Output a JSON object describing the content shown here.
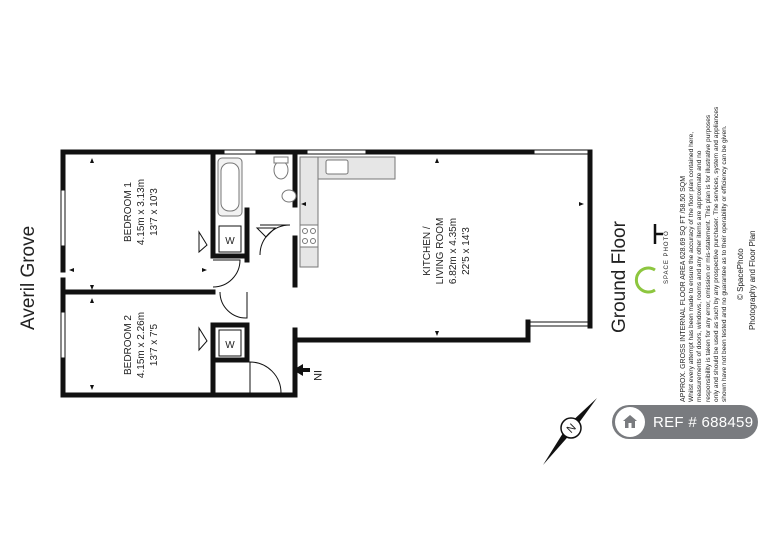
{
  "street": "Averil Grove",
  "floor": "Ground Floor",
  "rooms": {
    "bedroom1": {
      "name": "BEDROOM 1",
      "metric": "4.15m x 3.13m",
      "imperial": "13'7 x 10'3"
    },
    "bedroom2": {
      "name": "BEDROOM 2",
      "metric": "4.15m x 2.26m",
      "imperial": "13'7 x 7'5"
    },
    "kitchen": {
      "name_line1": "KITCHEN /",
      "name_line2": "LIVING ROOM",
      "metric": "6.82m x 4.35m",
      "imperial": "22'5 x 14'3"
    }
  },
  "labels": {
    "wardrobe": "W",
    "entrance": "IN",
    "compass": "N"
  },
  "logo": {
    "letters": "SP",
    "caption": "SPACE PHOTO"
  },
  "credits": {
    "line1": "APPROX. GROSS INTERNAL FLOOR AREA 628.69 SQ FT /58.50 SQM",
    "disclaimer": [
      "Whilst every attempt has been made to ensure the accuracy of the floor plan contained here,",
      "measurements of doors, windows, rooms and any other items are approximate and no",
      "responsibility is taken for any error, omission or mis-statement. This plan is for illustrative purposes",
      "only and should be used as such by any prospective purchaser. The services, system and appliances",
      "shown have not been tested and no guarantee as to their operability or efficiency can be given."
    ],
    "copyright": "© SpacePhoto",
    "service": "Photography and Floor Plan"
  },
  "ref": {
    "text": "REF # 688459"
  },
  "colors": {
    "wall": "#111111",
    "fixture": "#999999",
    "logo_green": "#8dc63f",
    "badge": "#5c5f63"
  }
}
